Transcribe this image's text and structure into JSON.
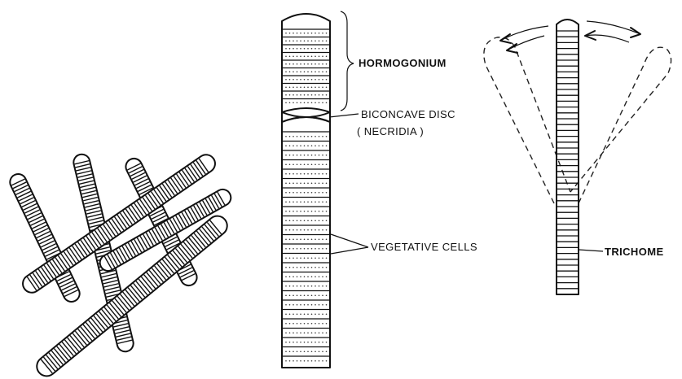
{
  "labels": {
    "hormogonium": "HORMOGONIUM",
    "biconcave_disc": "BICONCAVE DISC",
    "necridia": "( NECRIDIA )",
    "vegetative_cells": "VEGETATIVE CELLS",
    "trichome": "TRICHOME"
  },
  "colors": {
    "ink": "#111111",
    "background": "#ffffff"
  }
}
